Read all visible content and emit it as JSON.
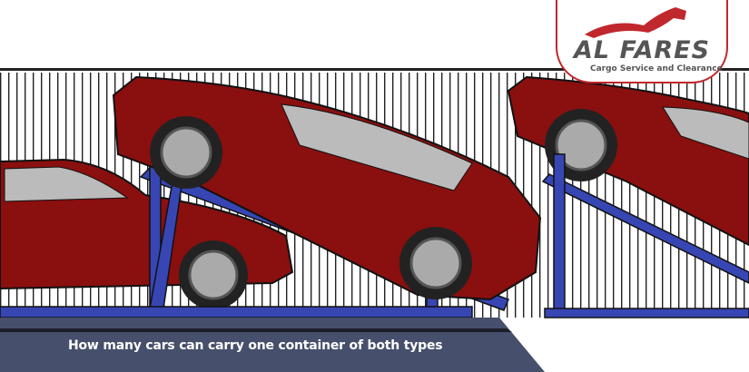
{
  "caption": "How many cars can carry one container of both types",
  "logo": {
    "title": "AL FARES",
    "subtitle": "Cargo Service and Clearance"
  },
  "colors": {
    "car": "#8a0f0f",
    "rack": "#3746b3",
    "banner": "#464f6b",
    "logo_red": "#c0282d"
  }
}
